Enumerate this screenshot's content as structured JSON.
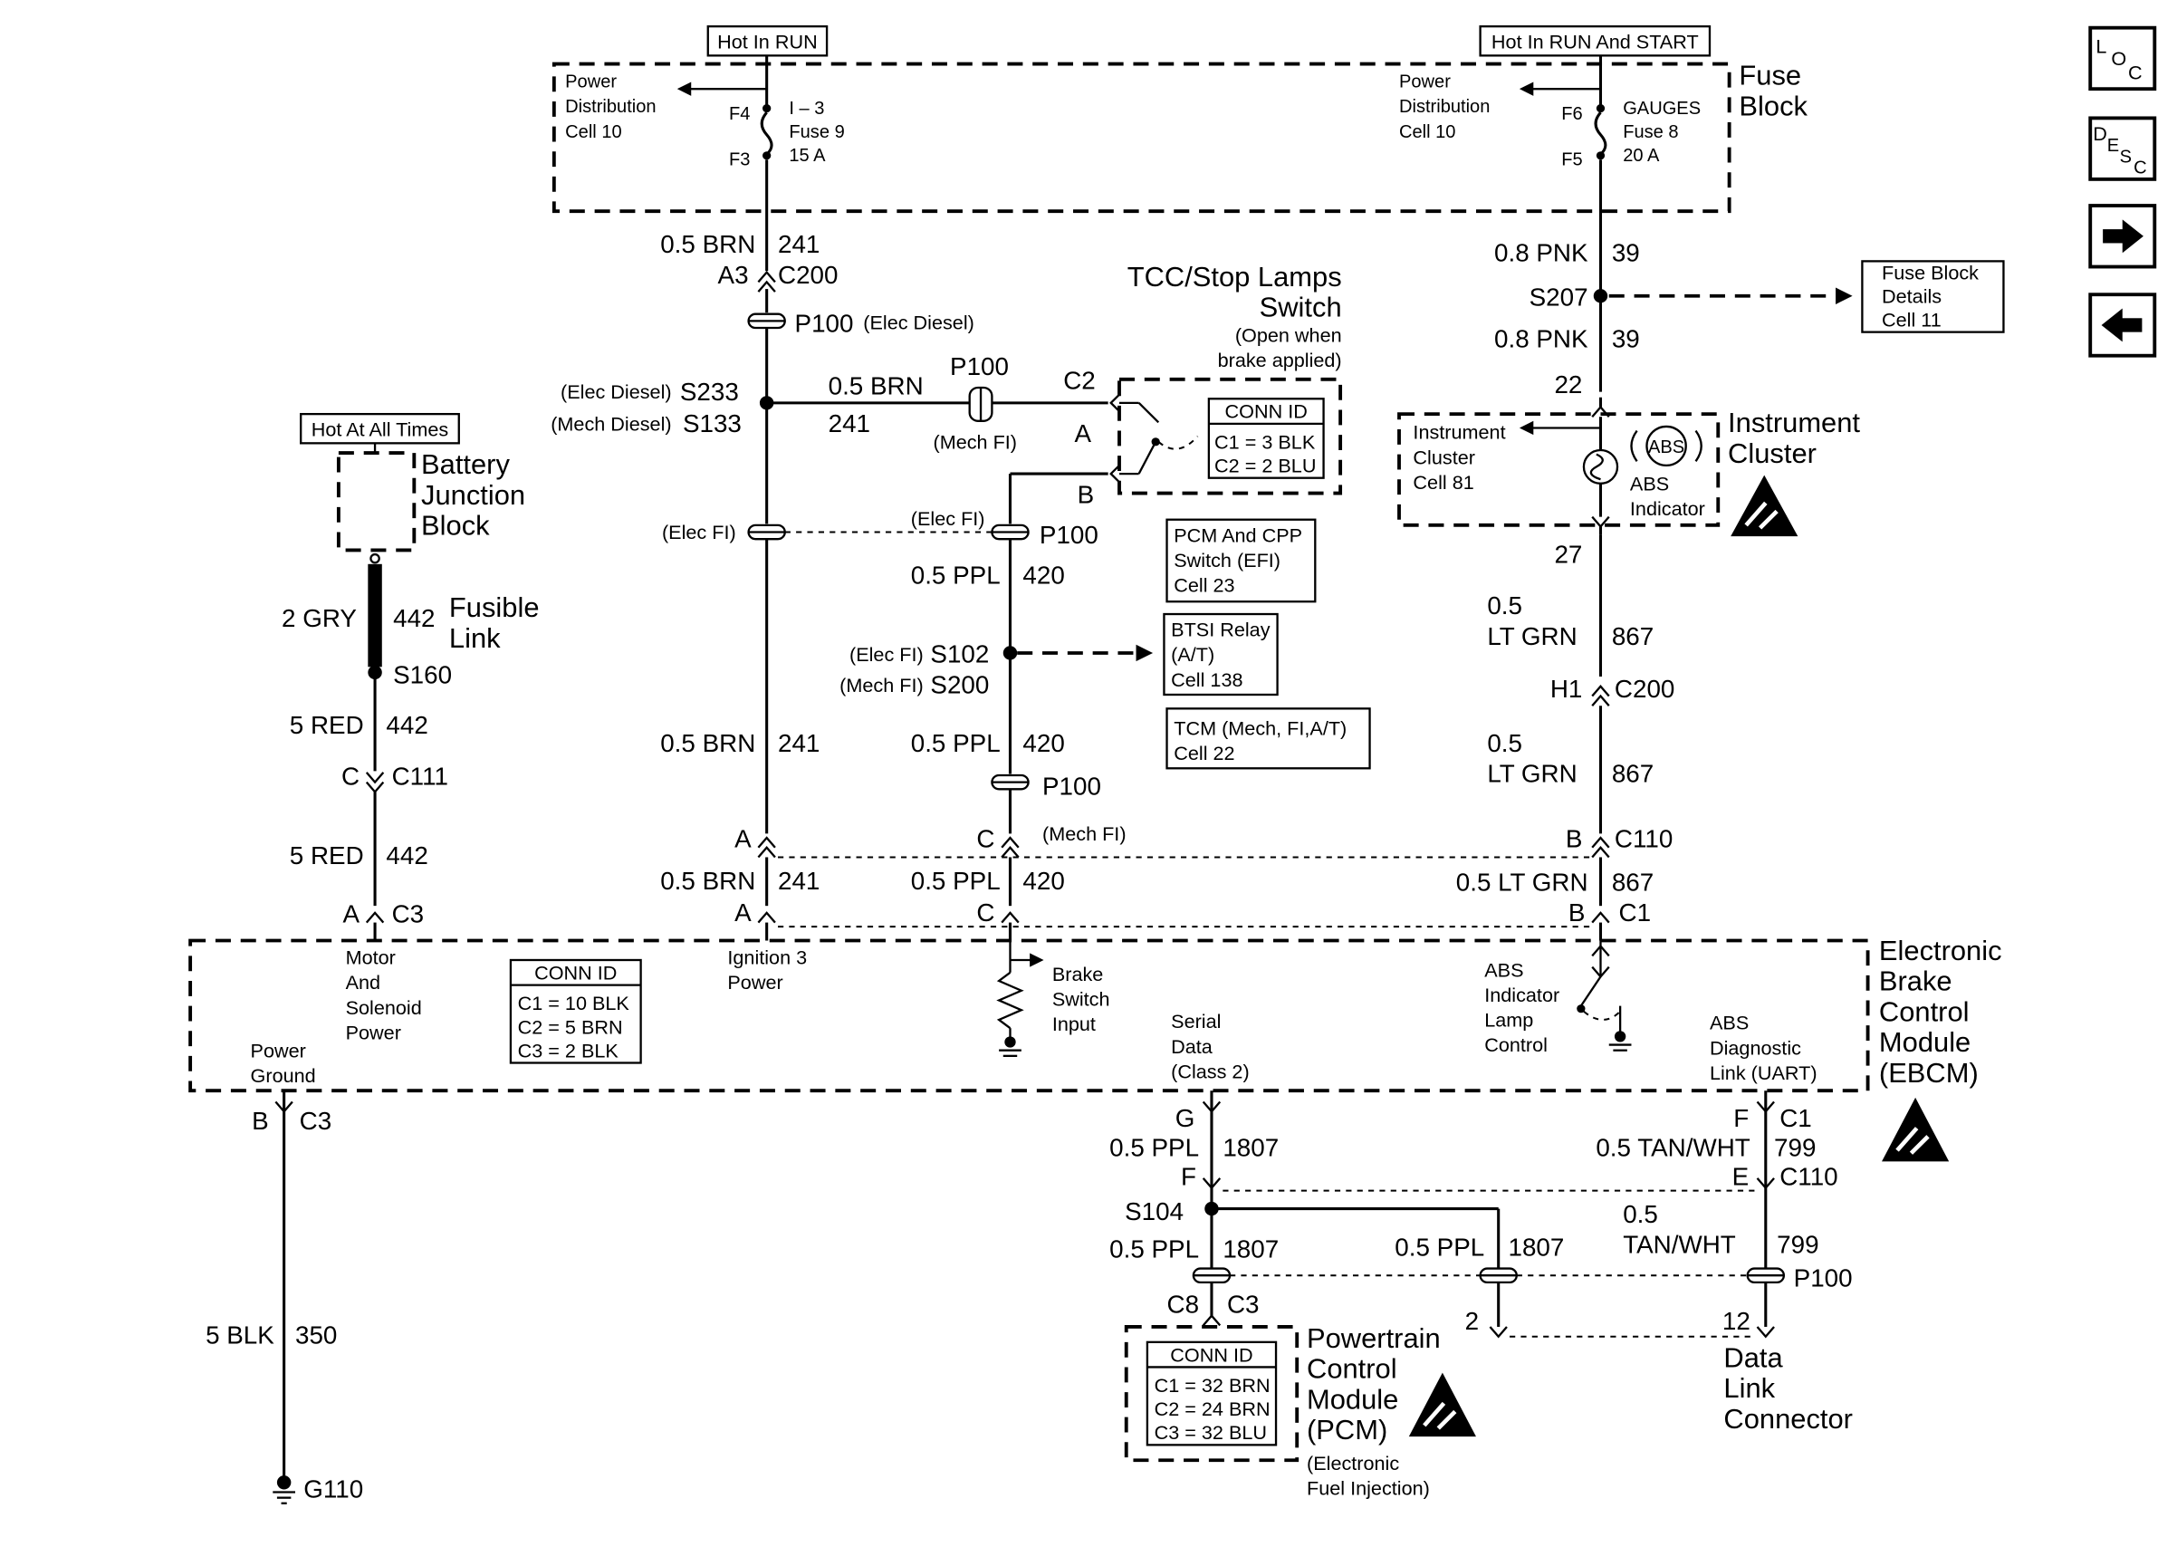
{
  "power_sources": {
    "hot_in_run": "Hot In RUN",
    "hot_in_run_and_start": "Hot In RUN And START",
    "hot_at_all_times": "Hot At All Times"
  },
  "fuse_block": {
    "title_line1": "Fuse",
    "title_line2": "Block",
    "pd_left": [
      "Power",
      "Distribution",
      "Cell 10"
    ],
    "pd_right": [
      "Power",
      "Distribution",
      "Cell 10"
    ],
    "fuse9": {
      "top_pin": "F4",
      "bottom_pin": "F3",
      "lines": [
        "I – 3",
        "Fuse 9",
        "15 A"
      ]
    },
    "fuse8": {
      "top_pin": "F6",
      "bottom_pin": "F5",
      "lines": [
        "GAUGES",
        "Fuse 8",
        "20 A"
      ]
    }
  },
  "wires": {
    "brn241_a": {
      "gauge": "0.5 BRN",
      "circuit": "241"
    },
    "c200_a3": {
      "pin": "A3",
      "conn": "C200"
    },
    "p100_elec_diesel": {
      "conn": "P100",
      "note": "(Elec Diesel)"
    },
    "s233": {
      "note": "(Elec Diesel)",
      "id": "S233"
    },
    "s133": {
      "note": "(Mech Diesel)",
      "id": "S133"
    },
    "brn241_h": {
      "gauge": "0.5 BRN",
      "circuit": "241"
    },
    "p100_mech": {
      "conn": "P100",
      "note": "(Mech FI)"
    },
    "elec_fi_left": "(Elec FI)",
    "elec_fi_right": "(Elec FI)",
    "p100_elec_fi": "P100",
    "ppl420_a": {
      "gauge": "0.5 PPL",
      "circuit": "420"
    },
    "s102": {
      "note": "(Elec FI)",
      "id": "S102"
    },
    "s200": {
      "note": "(Mech FI)",
      "id": "S200"
    },
    "brn241_b": {
      "gauge": "0.5 BRN",
      "circuit": "241"
    },
    "ppl420_b": {
      "gauge": "0.5 PPL",
      "circuit": "420"
    },
    "p100_mid": "P100",
    "mech_fi_c110": "(Mech FI)",
    "c110_a": "A",
    "c110_c": "C",
    "c110_b": "B",
    "c110_label": "C110",
    "brn241_c": {
      "gauge": "0.5 BRN",
      "circuit": "241"
    },
    "ppl420_c": {
      "gauge": "0.5 PPL",
      "circuit": "420"
    },
    "ltgrn867_c": {
      "gauge": "0.5 LT GRN",
      "circuit": "867"
    },
    "c1_a": "A",
    "c1_c": "C",
    "c1_b": "B",
    "c1_label": "C1",
    "pnk39_a": {
      "gauge": "0.8 PNK",
      "circuit": "39"
    },
    "s207": "S207",
    "pnk39_b": {
      "gauge": "0.8 PNK",
      "circuit": "39"
    },
    "pin22": "22",
    "pin27": "27",
    "ltgrn867_a": {
      "gauge_line1": "0.5",
      "gauge_line2": "LT GRN",
      "circuit": "867"
    },
    "c200_h1": {
      "pin": "H1",
      "conn": "C200"
    },
    "ltgrn867_b": {
      "gauge_line1": "0.5",
      "gauge_line2": "LT GRN",
      "circuit": "867"
    },
    "gry442": {
      "gauge": "2 GRY",
      "circuit": "442"
    },
    "fusible_link": [
      "Fusible",
      "Link"
    ],
    "s160": "S160",
    "red442_a": {
      "gauge": "5 RED",
      "circuit": "442"
    },
    "c111": {
      "pin": "C",
      "conn": "C111"
    },
    "red442_b": {
      "gauge": "5 RED",
      "circuit": "442"
    },
    "c3_a": {
      "pin": "A",
      "conn": "C3"
    },
    "c3_b": {
      "pin": "B",
      "conn": "C3"
    },
    "blk350": {
      "gauge": "5 BLK",
      "circuit": "350"
    },
    "g110": "G110",
    "c1_g": "G",
    "c1_f": "F",
    "c1_label2": "C1",
    "ppl1807_a": {
      "gauge": "0.5 PPL",
      "circuit": "1807"
    },
    "tan799_a": {
      "gauge": "0.5 TAN/WHT",
      "circuit": "799"
    },
    "c110_f": "F",
    "c110_e": "E",
    "c110_label2": "C110",
    "s104": "S104",
    "ppl1807_b": {
      "gauge": "0.5 PPL",
      "circuit": "1807"
    },
    "ppl1807_c": {
      "gauge": "0.5 PPL",
      "circuit": "1807"
    },
    "tan799_b": {
      "gauge_line1": "0.5",
      "gauge_line2": "TAN/WHT",
      "circuit": "799"
    },
    "p100_dlc": "P100",
    "c8": "C8",
    "c3_pcm": "C3",
    "pin2": "2",
    "pin12": "12"
  },
  "tcc_switch": {
    "title_line1": "TCC/Stop Lamps",
    "title_line2": "Switch",
    "note_line1": "(Open when",
    "note_line2": "brake applied)",
    "c2": "C2",
    "pin_a": "A",
    "pin_b": "B",
    "conn_id": {
      "title": "CONN ID",
      "rows": [
        "C1 = 3 BLK",
        "C2 = 2 BLU"
      ]
    }
  },
  "refs": {
    "pcm_cpp": [
      "PCM And CPP",
      "Switch (EFI)",
      "Cell 23"
    ],
    "btsi": [
      "BTSI Relay",
      "(A/T)",
      "Cell 138"
    ],
    "tcm": [
      "TCM (Mech, FI,A/T)",
      "Cell 22"
    ],
    "fuse_block_details": [
      "Fuse Block",
      "Details",
      "Cell 11"
    ]
  },
  "battery_junction": [
    "Battery",
    "Junction",
    "Block"
  ],
  "instrument_cluster": {
    "title": [
      "Instrument",
      "Cluster"
    ],
    "ref": [
      "Instrument",
      "Cluster",
      "Cell 81"
    ],
    "abs_badge": "ABS",
    "abs_indicator": [
      "ABS",
      "Indicator"
    ]
  },
  "ebcm": {
    "title": [
      "Electronic",
      "Brake",
      "Control",
      "Module",
      "(EBCM)"
    ],
    "motor_power": [
      "Motor",
      "And",
      "Solenoid",
      "Power"
    ],
    "power_ground": [
      "Power",
      "Ground"
    ],
    "ignition": [
      "Ignition 3",
      "Power"
    ],
    "brake_switch": [
      "Brake",
      "Switch",
      "Input"
    ],
    "serial": [
      "Serial",
      "Data",
      "(Class 2)"
    ],
    "abs_lamp": [
      "ABS",
      "Indicator",
      "Lamp",
      "Control"
    ],
    "abs_diag": [
      "ABS",
      "Diagnostic",
      "Link (UART)"
    ],
    "conn_id": {
      "title": "CONN ID",
      "rows": [
        "C1 = 10 BLK",
        "C2 = 5 BRN",
        "C3 = 2 BLK"
      ]
    }
  },
  "pcm": {
    "title": [
      "Powertrain",
      "Control",
      "Module",
      "(PCM)"
    ],
    "note": [
      "(Electronic",
      "Fuel Injection)"
    ],
    "conn_id": {
      "title": "CONN ID",
      "rows": [
        "C1 = 32 BRN",
        "C2 = 24 BRN",
        "C3 = 32 BLU"
      ]
    }
  },
  "dlc": [
    "Data",
    "Link",
    "Connector"
  ],
  "nav": {
    "loc_main": "L",
    "loc_o": "O",
    "loc_c": "C",
    "desc_d": "D",
    "desc_e": "E",
    "desc_s": "S",
    "desc_c": "C"
  }
}
